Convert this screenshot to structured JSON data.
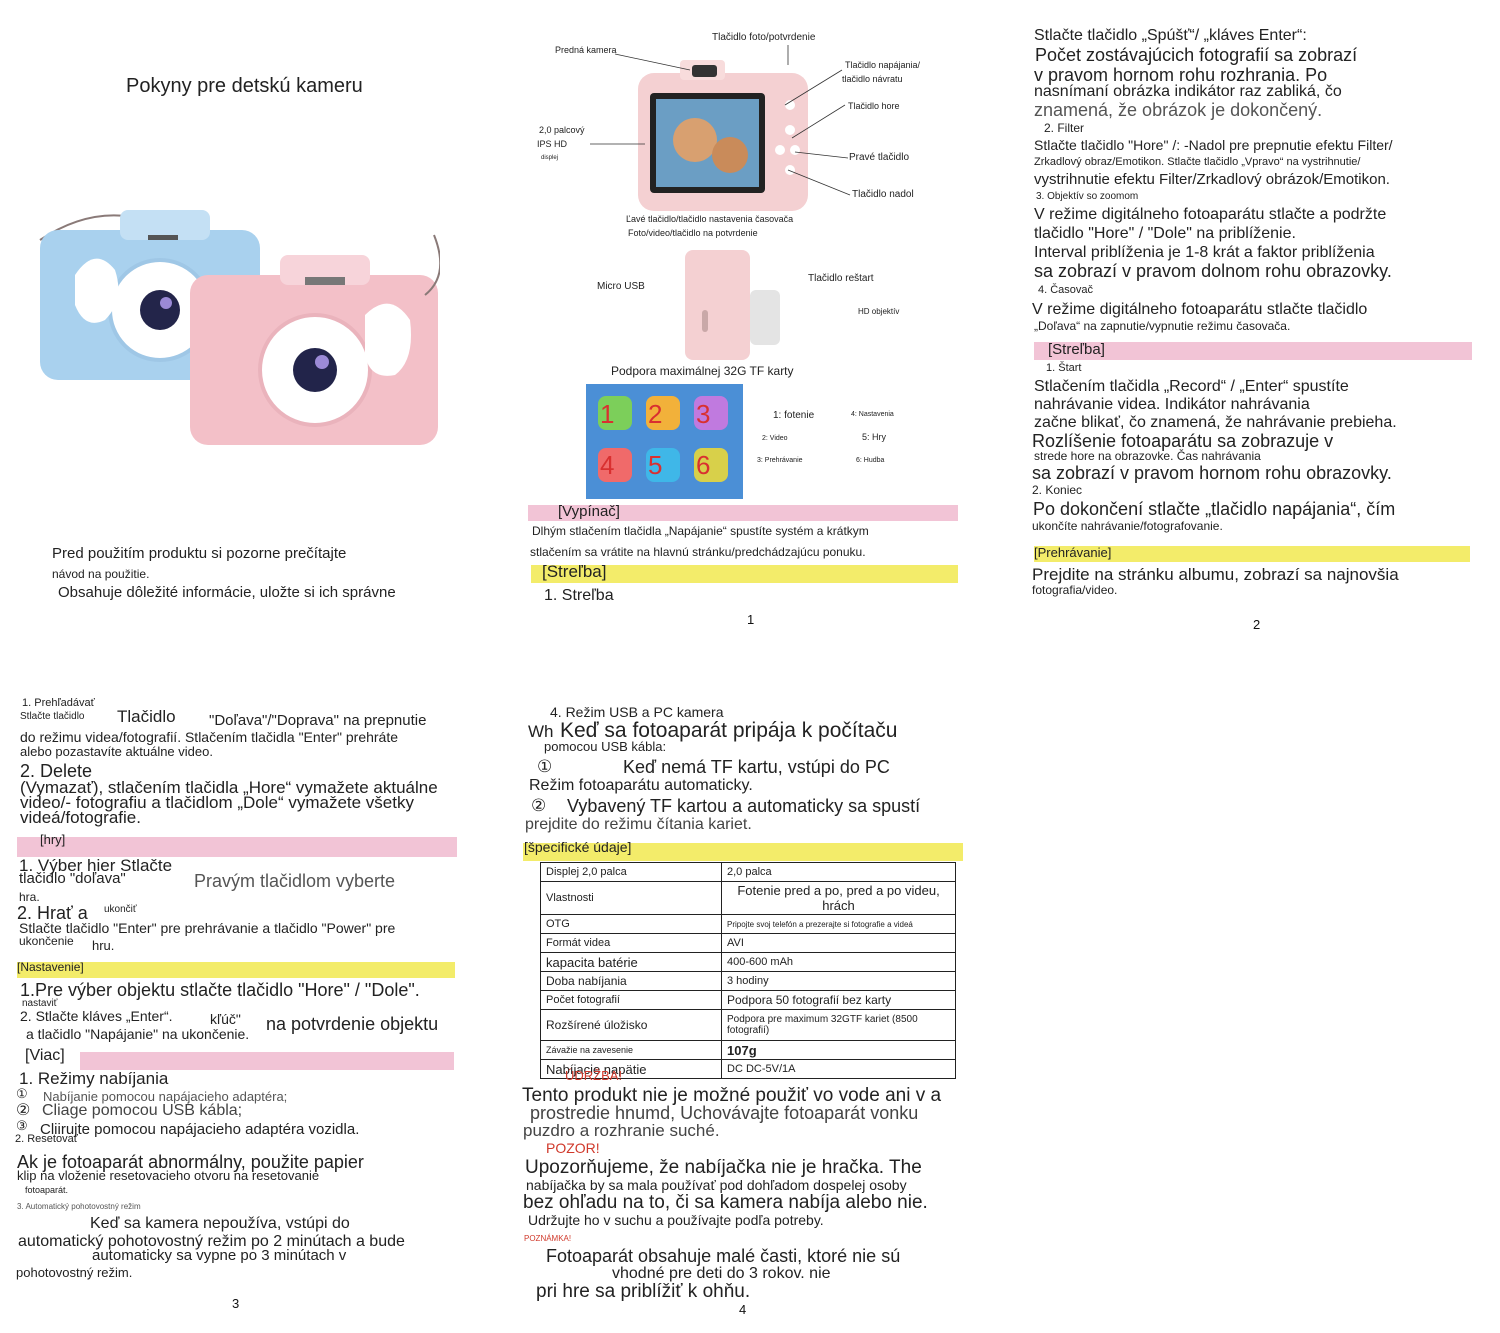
{
  "colors": {
    "pink_highlight": "#f2c4d6",
    "yellow_highlight": "#f3ec6a",
    "blue_camera": "#a9d1ee",
    "pink_camera": "#f3c0c8",
    "menu_bg": "#4b8fd6"
  },
  "page0": {
    "title": "Pokyny pre detskú kameru",
    "intro_1": "Pred použitím produktu si pozorne prečítajte",
    "intro_2": "návod na použitie.",
    "intro_3": "Obsahuje dôležité informácie, uložte si ich správne"
  },
  "page1": {
    "labels": {
      "photo_btn": "Tlačidlo foto/potvrdenie",
      "front_cam": "Predná kamera",
      "power_btn_1": "Tlačidlo napájania/",
      "power_btn_2": "tlačidlo návratu",
      "up_btn": "Tlačidlo hore",
      "right_btn": "Pravé tlačidlo",
      "down_btn": "Tlačidlo nadol",
      "screen_1": "2,0 palcový",
      "screen_2": "IPS HD",
      "screen_3": "displej",
      "left_btn": "Ľavé tlačidlo/tlačidlo nastavenia časovača",
      "confirm_btn": "Foto/video/tlačidlo na potvrdenie",
      "micro_usb": "Micro USB",
      "restart_btn": "Tlačidlo reštart",
      "hd_lens": "HD objektív",
      "tf_card": "Podpora maximálnej 32G TF karty"
    },
    "menu_numbers": [
      "1",
      "2",
      "3",
      "4",
      "5",
      "6"
    ],
    "menu_legend": [
      "1: fotenie",
      "4: Nastavenia",
      "2: Video",
      "5: Hry",
      "3: Prehrávanie",
      "6: Hudba"
    ],
    "switch_heading": "[Vypínač]",
    "switch_text_1": "Dlhým stlačením tlačidla „Napájanie“ spustíte systém a krátkym",
    "switch_text_2": "stlačením sa vrátite na hlavnú stránku/predchádzajúcu ponuku.",
    "shoot_heading": "[Streľba]",
    "shoot_item": "1. Streľba",
    "page_number": "1"
  },
  "page2": {
    "lines": [
      "Stlačte tlačidlo „Spúšť“/ „kláves Enter“:",
      "Počet zostávajúcich fotografií sa zobrazí",
      "v pravom hornom rohu rozhrania. Po",
      "nasnímaní obrázka indikátor raz zabliká, čo",
      "znamená, že obrázok je dokončený.",
      "2. Filter",
      "Stlačte tlačidlo \"Hore\" /: -Nadol pre prepnutie efektu Filter/",
      "Zrkadlový obraz/Emotikon. Stlačte tlačidlo „Vpravo“ na vystrihnutie/",
      "vystrihnutie efektu Filter/Zrkadlový obrázok/Emotikon.",
      "3. Objektív so zoomom",
      "V režime digitálneho fotoaparátu stlačte a podržte",
      "tlačidlo \"Hore\" / \"Dole\" na priblíženie.",
      "Interval priblíženia je 1-8 krát a faktor priblíženia",
      "sa zobrazí v pravom dolnom rohu obrazovky.",
      "4. Časovač",
      "V režime digitálneho fotoaparátu stlačte tlačidlo",
      "„Doľava“ na zapnutie/vypnutie režimu časovača."
    ],
    "video_heading": "[Streľba]",
    "video_lines": [
      "1. Štart",
      "Stlačením tlačidla „Record“ / „Enter“ spustíte",
      "nahrávanie videa. Indikátor nahrávania",
      "začne blikať, čo znamená, že nahrávanie prebieha.",
      "Rozlíšenie fotoaparátu sa zobrazuje v",
      "strede hore na obrazovke. Čas nahrávania",
      "sa zobrazí v pravom hornom rohu obrazovky.",
      "2. Koniec",
      "Po dokončení stlačte „tlačidlo napájania“, čím",
      "ukončíte nahrávanie/fotografovanie."
    ],
    "play_heading": "[Prehrávanie]",
    "play_lines": [
      "Prejdite na stránku albumu, zobrazí sa najnovšia",
      "fotografia/video."
    ],
    "page_number": "2"
  },
  "page3": {
    "browse_title": "1. Prehľadávať",
    "browse_a": "Stlačte tlačidlo",
    "browse_b": "Tlačidlo",
    "browse_c": "\"Doľava\"/\"Doprava\" na prepnutie",
    "browse_2": "do režimu videa/fotografií. Stlačením tlačidla \"Enter\" prehráte",
    "browse_3": "alebo pozastavíte aktuálne video.",
    "delete_title": "2. Delete",
    "delete_1": "(Vymazať), stlačením tlačidla „Hore“ vymažete aktuálne",
    "delete_2": "video/- fotografiu a tlačidlom „Dole“ vymažete všetky",
    "delete_3": "videá/fotografie.",
    "games_heading": "[hry]",
    "games_1a": "1. Výber hier Stlačte",
    "games_1b": "Pravým tlačidlom vyberte",
    "games_1c": "tlačidlo \"doľava\"",
    "games_1d": "hra.",
    "games_2a": "2. Hrať a",
    "games_2b": "ukončiť",
    "games_2c": "Stlačte tlačidlo \"Enter\" pre prehrávanie a tlačidlo \"Power\" pre",
    "games_2d": "ukončenie",
    "games_2e": "hru.",
    "settings_heading": "[Nastavenie]",
    "settings_1": "1.Pre výber objektu stlačte tlačidlo \"Hore\" / \"Dole\".",
    "settings_2a": "nastaviť",
    "settings_2b": "2. Stlačte kláves „Enter“.",
    "settings_2c": "kľúč\"",
    "settings_2d": "na potvrdenie objektu",
    "settings_2e": "a tlačidlo \"Napájanie\" na ukončenie.",
    "more_heading": "[Viac]",
    "more_1": "1. Režimy nabíjania",
    "charge_symbols": [
      "①",
      "②",
      "③"
    ],
    "charge_1": "Nabíjanie pomocou napájacieho adaptéra;",
    "charge_2": "Cliage pomocou USB kábla;",
    "charge_3": "Cliirujte pomocou napájacieho adaptéra vozidla.",
    "reset_title": "2. Resetovať",
    "reset_1": "Ak je fotoaparát abnormálny, použite papier",
    "reset_2": "klip na vloženie resetovacieho otvoru na resetovanie",
    "reset_3": "fotoaparát.",
    "standby_title": "3. Automatický pohotovostný režim",
    "standby_1": "Keď sa kamera nepoužíva, vstúpi do",
    "standby_2": "automatický pohotovostný režim po 2 minútach a bude",
    "standby_3": "automaticky sa vypne po 3 minútach v",
    "standby_4": "pohotovostný režim.",
    "page_number": "3"
  },
  "page4": {
    "usb_title": "4. Režim USB a PC kamera",
    "usb_1a": "Wh",
    "usb_1": "Keď sa fotoaparát pripája k počítaču",
    "usb_2": "pomocou USB kábla:",
    "usb_sym1": "①",
    "usb_3": "Keď nemá TF kartu, vstúpi do PC",
    "usb_4": "Režim fotoaparátu automaticky.",
    "usb_sym2": "②",
    "usb_5": "Vybavený TF kartou a automaticky sa spustí",
    "usb_6": "prejdite do režimu čítania kariet.",
    "spec_heading": "[špecifické údaje]",
    "spec_rows": [
      [
        "Displej 2,0 palca",
        "2,0 palca"
      ],
      [
        "Vlastnosti",
        "Fotenie pred a po, pred a po videu, hrách"
      ],
      [
        "OTG",
        "Pripojte svoj telefón a prezerajte si fotografie a videá"
      ],
      [
        "Formát videa",
        "AVI"
      ],
      [
        "kapacita batérie",
        "400-600 mAh"
      ],
      [
        "Doba nabíjania",
        "3 hodiny"
      ],
      [
        "Počet fotografií",
        "Podpora 50 fotografií bez karty"
      ],
      [
        "Rozšírené úložisko",
        "Podpora pre maximum 32GTF kariet (8500 fotografií)"
      ],
      [
        "Závažie na zavesenie",
        "107g"
      ],
      [
        "Nabíjacie napätie",
        "DC DC-5V/1A"
      ]
    ],
    "maint_heading": "ÚDRŽBA!",
    "maint_1": "Tento produkt nie je možné použiť vo vode ani v a",
    "maint_2": "prostredie hnumd, Uchovávajte fotoaparát vonku",
    "maint_3": "puzdro a rozhranie suché.",
    "warn_heading": "POZOR!",
    "warn_1": "Upozorňujeme, že nabíjačka nie je hračka. The",
    "warn_2": "nabíjačka by sa mala používať pod dohľadom dospelej osoby",
    "warn_3": "bez ohľadu na to, či sa kamera nabíja alebo nie.",
    "warn_4": "Udržujte ho v suchu a používajte podľa potreby.",
    "note_heading": "POZNÁMKA!",
    "note_1": "Fotoaparát obsahuje malé časti, ktoré nie sú",
    "note_2": "vhodné pre deti do 3 rokov. nie",
    "note_3": "pri hre sa priblížiť k ohňu.",
    "page_number": "4"
  }
}
